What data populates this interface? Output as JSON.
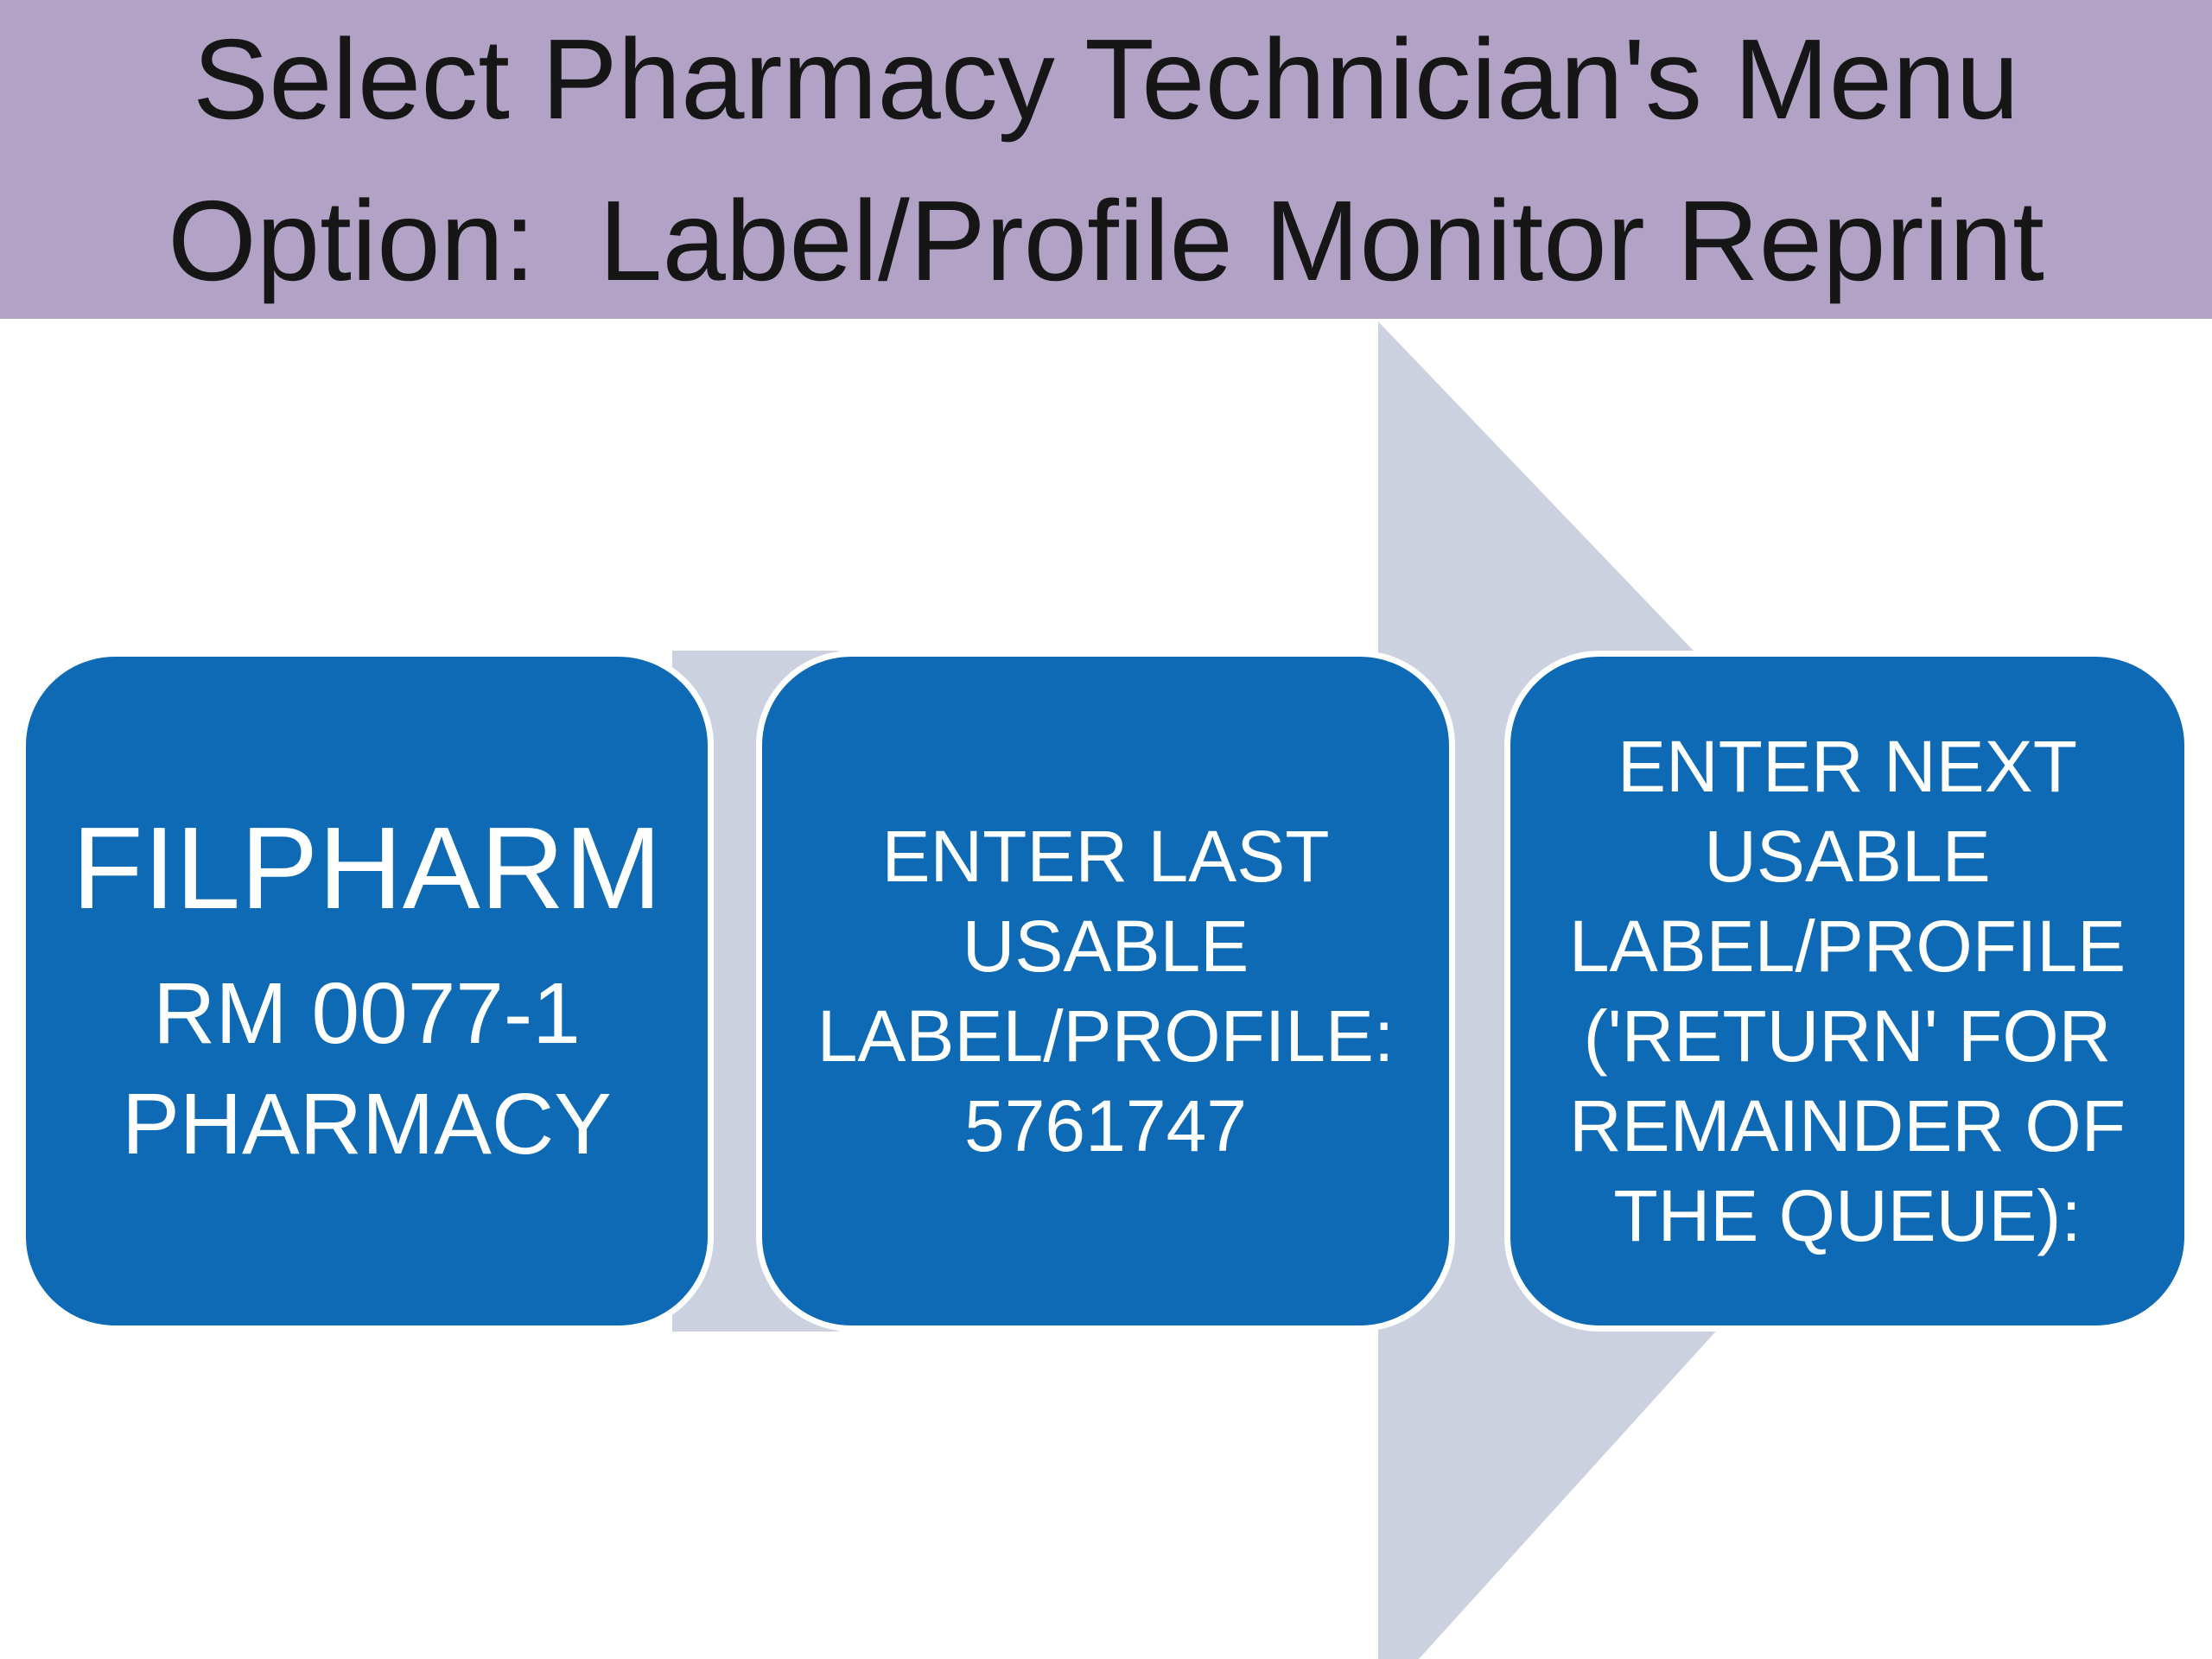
{
  "banner": {
    "title_line1": "Select Pharmacy Technician's Menu",
    "title_line2": "Option:  Label/Profile Monitor Reprint"
  },
  "boxes": [
    {
      "id": "step-1",
      "lines": [
        "FILPHARM",
        "RM 0077-1",
        "PHARMACY"
      ]
    },
    {
      "id": "step-2",
      "lines": [
        "ENTER LAST",
        "USABLE",
        "LABEL/PROFILE:",
        "5761747"
      ]
    },
    {
      "id": "step-3",
      "lines": [
        "ENTER NEXT",
        "USABLE",
        "LABEL/PROFILE",
        "('RETURN' FOR",
        "REMAINDER OF",
        "THE QUEUE):"
      ]
    }
  ],
  "colors": {
    "page_bg": "#ffffff",
    "banner_bg": "#b1a2c6",
    "banner_text": "#161616",
    "box_fill": "#0e6ab4",
    "box_stroke": "#ffffff",
    "arrow_fill": "#ccd1e0"
  }
}
